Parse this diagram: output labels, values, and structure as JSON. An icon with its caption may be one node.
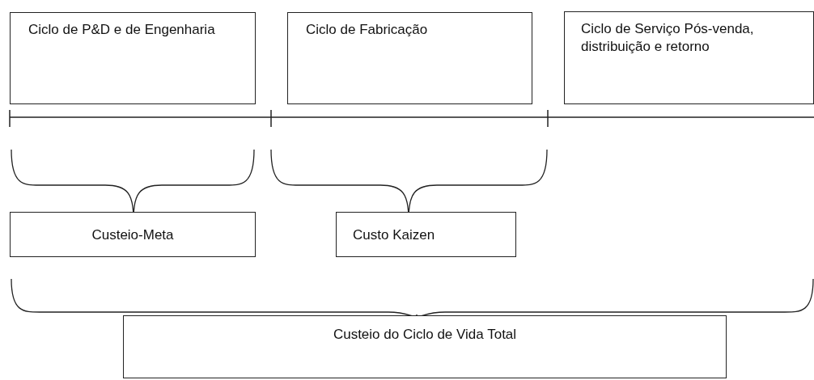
{
  "diagram": {
    "nodes": [
      {
        "text": [
          "Ciclo de P&D e de Engenharia"
        ]
      },
      {
        "text": [
          "Ciclo de Fabricação"
        ]
      },
      {
        "text": [
          "Ciclo de Serviço Pós-venda, distribuição e retorno"
        ]
      },
      {
        "text": [
          "Custeio-Meta"
        ]
      },
      {
        "text": [
          "Custo Kaizen"
        ]
      },
      {
        "text": [
          "Custeio do Ciclo de Vida Total"
        ]
      }
    ]
  }
}
